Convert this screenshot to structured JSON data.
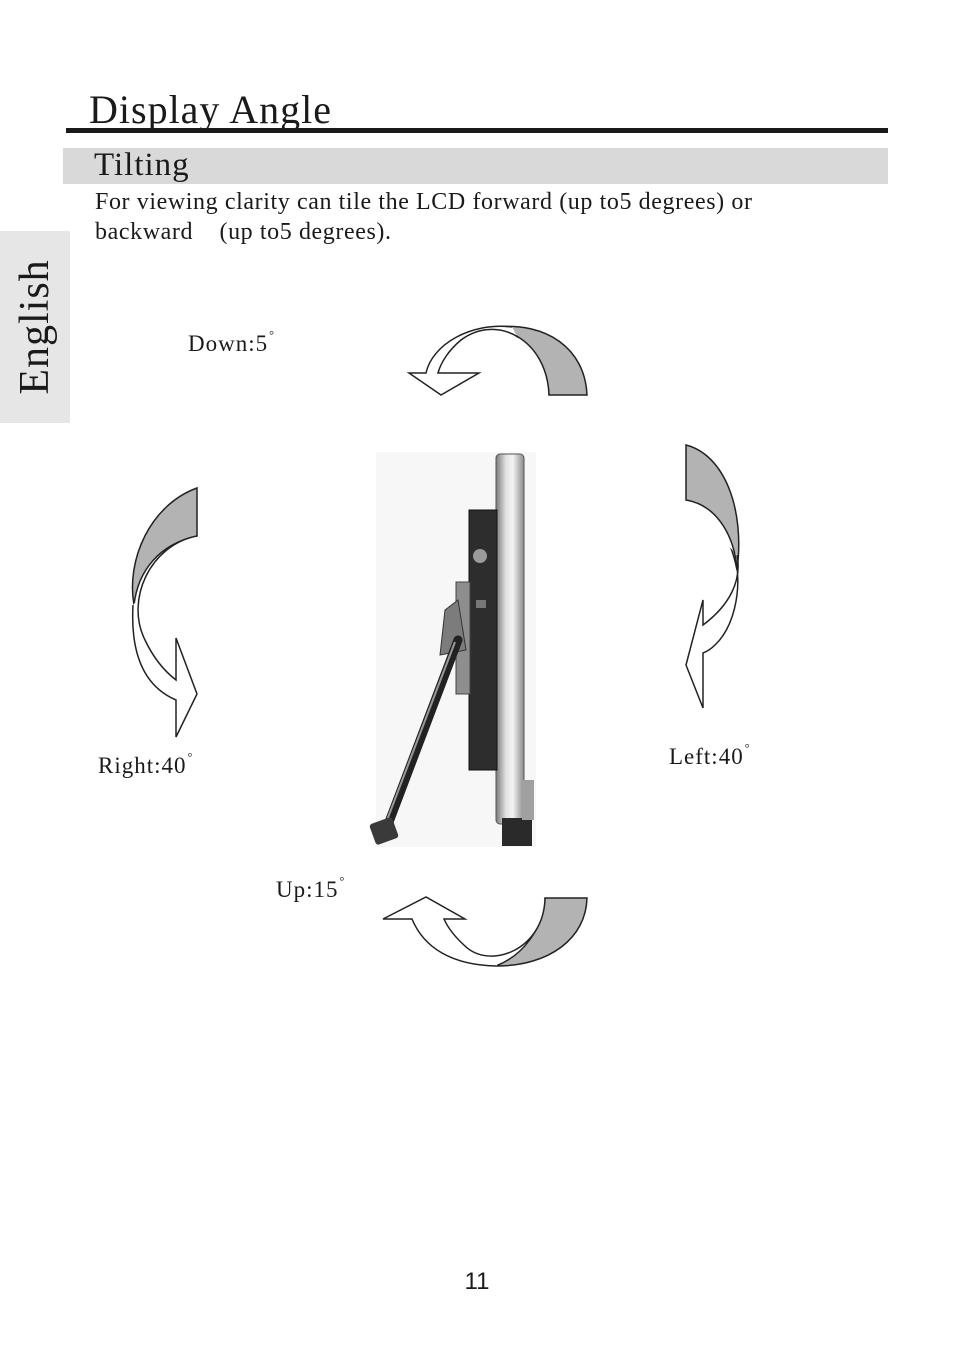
{
  "side_tab": {
    "label": "English"
  },
  "page_title": "Display Angle",
  "section": {
    "title": "Tilting",
    "description_line1": "For viewing clarity can tile the LCD forward (up to5 degrees) or",
    "description_line2": "backward    (up to5 degrees)."
  },
  "diagram": {
    "labels": {
      "down": "Down:5",
      "right": "Right:40",
      "left": "Left:40",
      "up": "Up:15"
    },
    "degree_symbol": "°",
    "arrow_icons": [
      "rotate-down-arrow-icon",
      "rotate-up-arrow-icon",
      "rotate-right-arrow-icon",
      "rotate-left-arrow-icon"
    ],
    "arrow_fill": "#b3b3b3"
  },
  "page_number": "11"
}
